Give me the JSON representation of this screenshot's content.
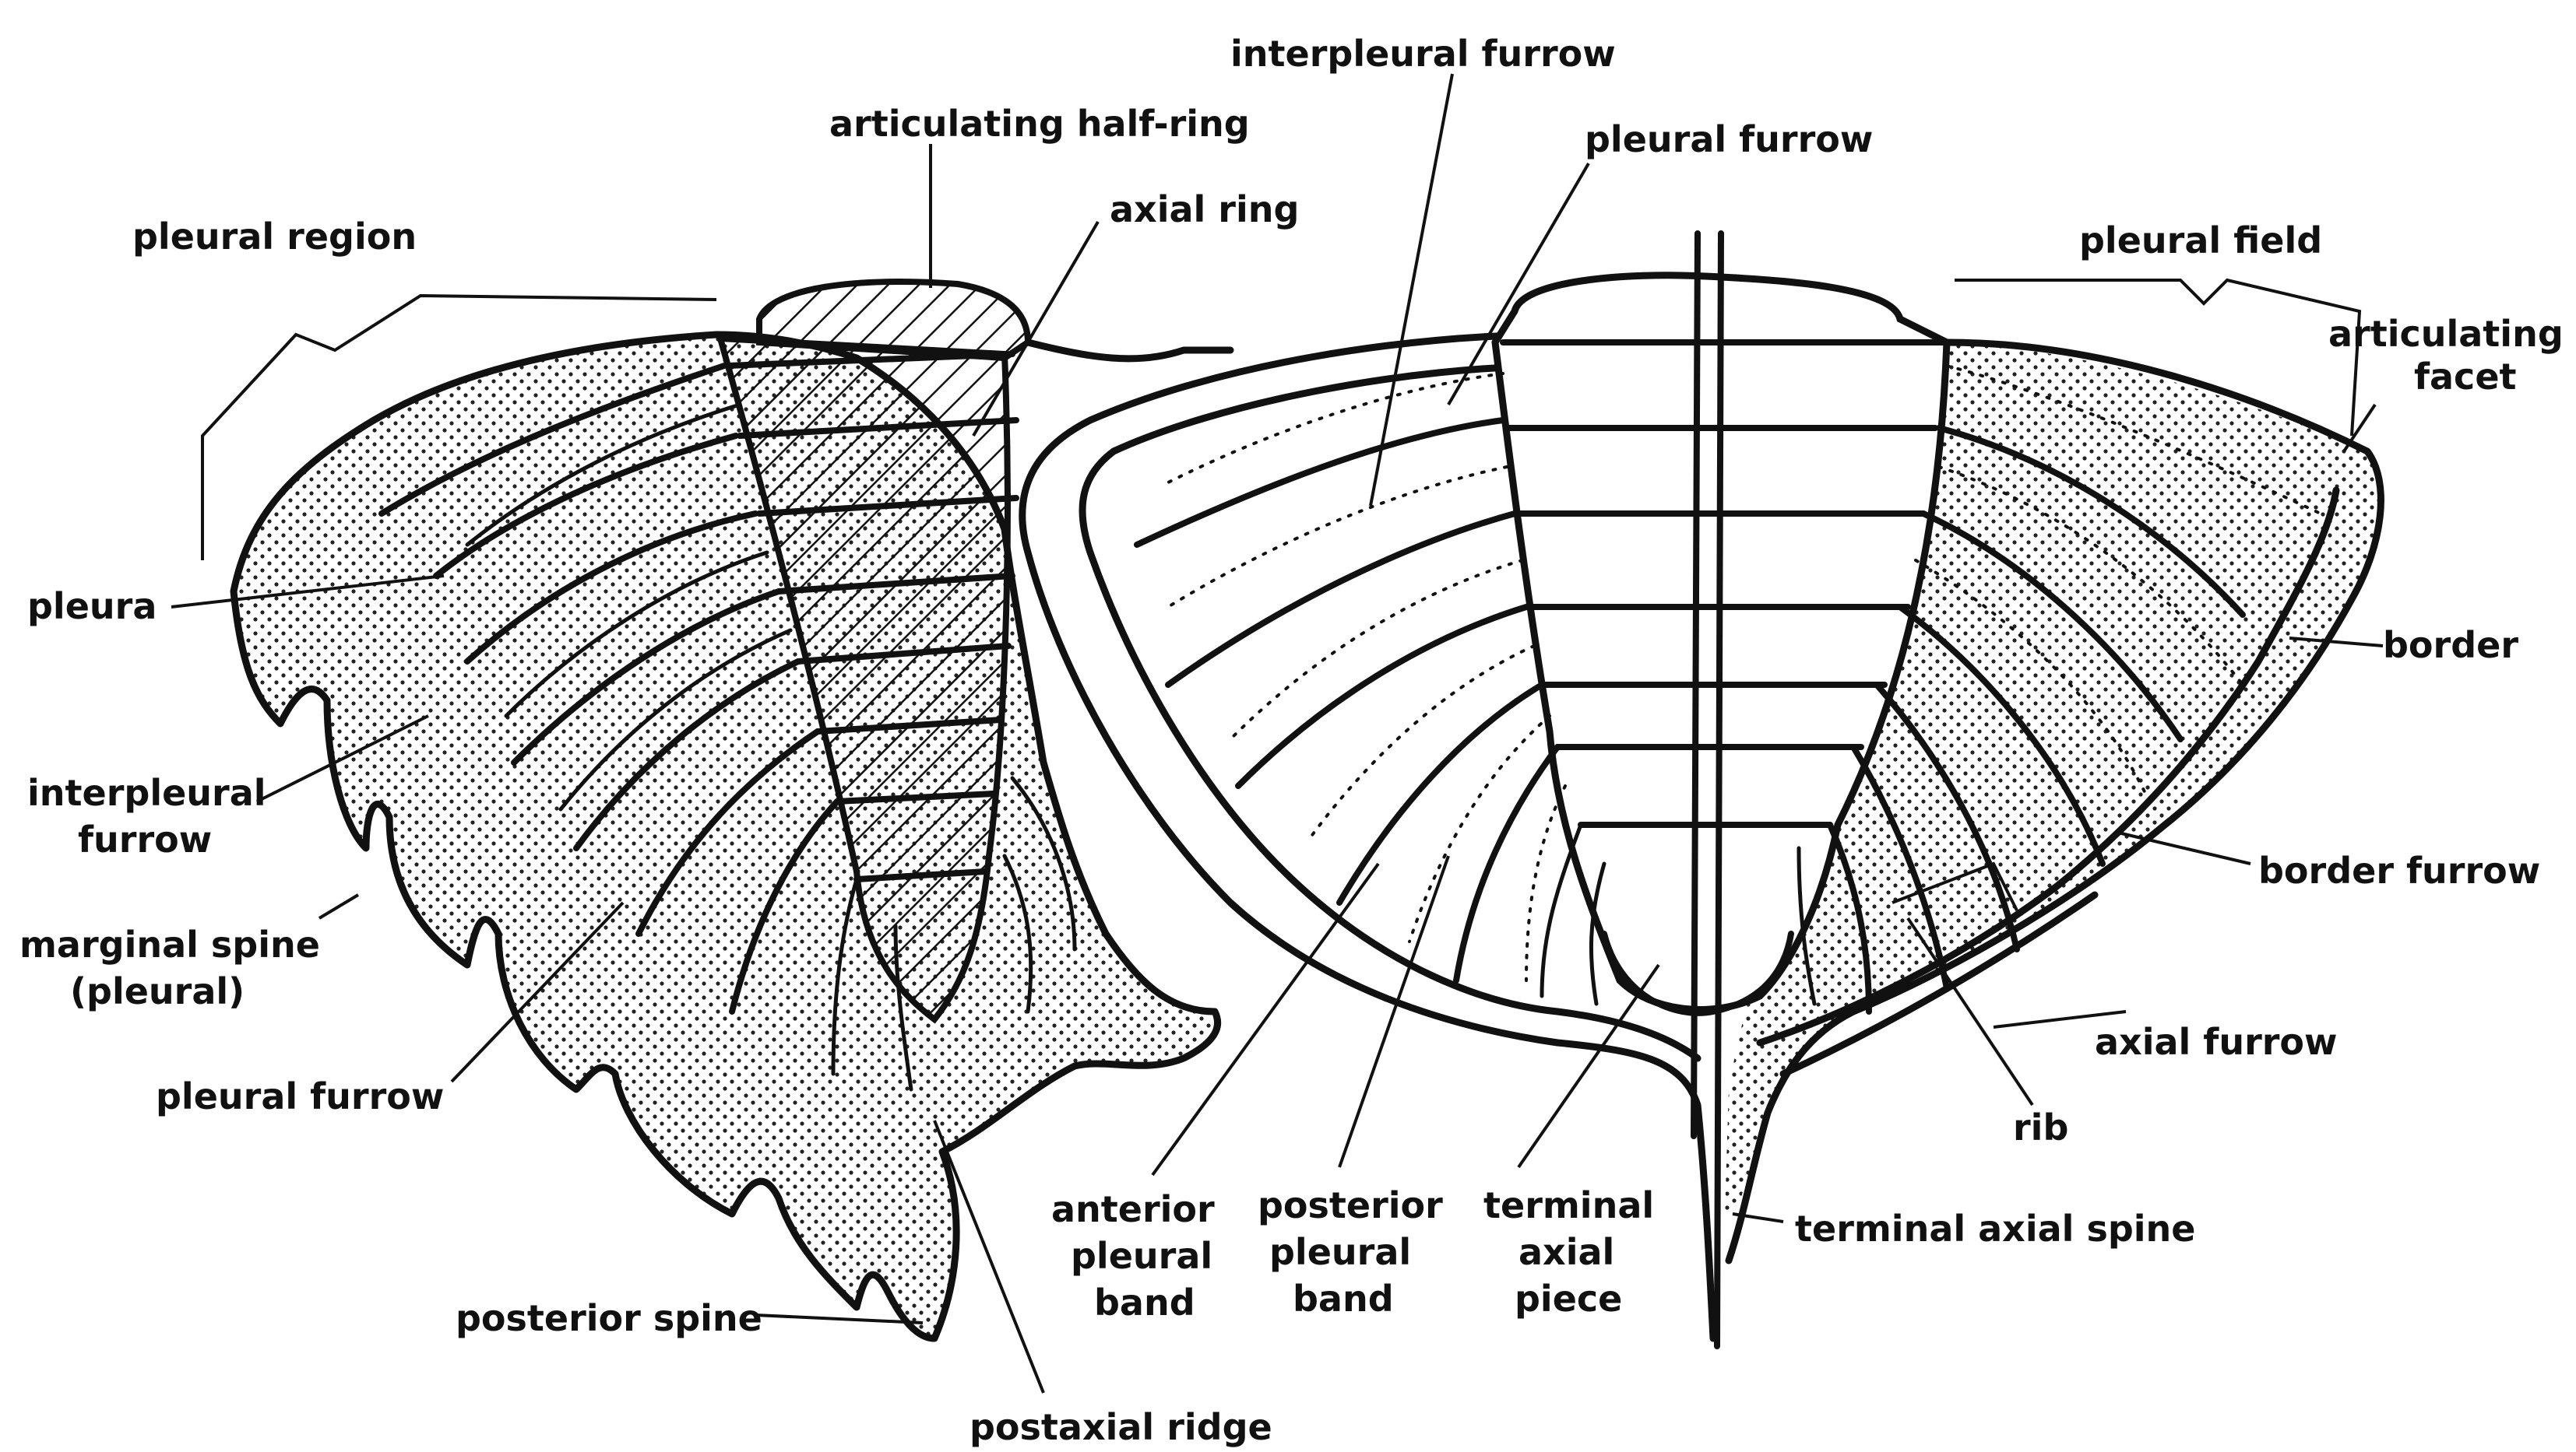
{
  "labels": {
    "interpleural_furrow_top": "interpleural furrow",
    "articulating_half_ring": "articulating half-ring",
    "pleural_furrow_top": "pleural furrow",
    "axial_ring": "axial ring",
    "pleural_region": "pleural region",
    "pleural_field": "pleural field",
    "articulating_facet_1": "articulating",
    "articulating_facet_2": "facet",
    "pleura": "pleura",
    "border": "border",
    "interpleural_furrow_left_1": "interpleural",
    "interpleural_furrow_left_2": "furrow",
    "border_furrow": "border furrow",
    "marginal_spine_1": "marginal spine",
    "marginal_spine_2": "(pleural)",
    "axial_furrow": "axial furrow",
    "pleural_furrow_left": "pleural furrow",
    "rib": "rib",
    "anterior_pleural_band_1": "anterior",
    "anterior_pleural_band_2": "pleural",
    "anterior_pleural_band_3": "band",
    "posterior_pleural_band_1": "posterior",
    "posterior_pleural_band_2": "pleural",
    "posterior_pleural_band_3": "band",
    "terminal_axial_piece_1": "terminal",
    "terminal_axial_piece_2": "axial",
    "terminal_axial_piece_3": "piece",
    "terminal_axial_spine": "terminal axial spine",
    "posterior_spine": "posterior spine",
    "postaxial_ridge": "postaxial ridge"
  }
}
